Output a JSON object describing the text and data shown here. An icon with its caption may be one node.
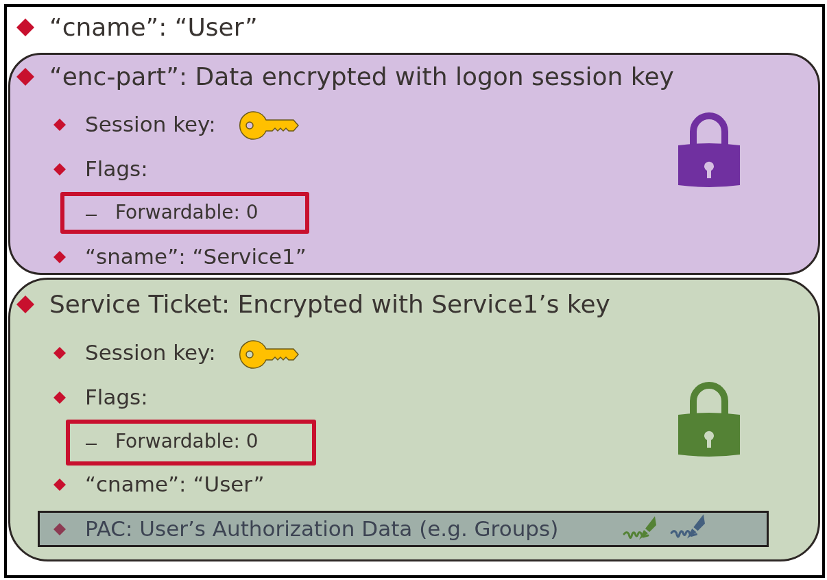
{
  "diagram": {
    "nodes": [
      {
        "text": [
          "“cname”: “User”"
        ]
      },
      {
        "text": [
          "“enc-part”: Data encrypted with logon session key",
          "Session key:",
          "Flags:",
          "“sname”: “Service1”"
        ],
        "in": 0
      },
      {
        "text": [
          "Forwardable: 0"
        ],
        "in": 1
      },
      {
        "text": [
          "Service Ticket: Encrypted with Service1’s key",
          "Session key:",
          "Flags:",
          "“cname”: “User”"
        ],
        "in": 0
      },
      {
        "text": [
          "Forwardable: 0"
        ],
        "in": 3
      },
      {
        "text": [
          "PAC: User’s Authorization Data (e.g. Groups)"
        ],
        "in": 3
      }
    ]
  }
}
